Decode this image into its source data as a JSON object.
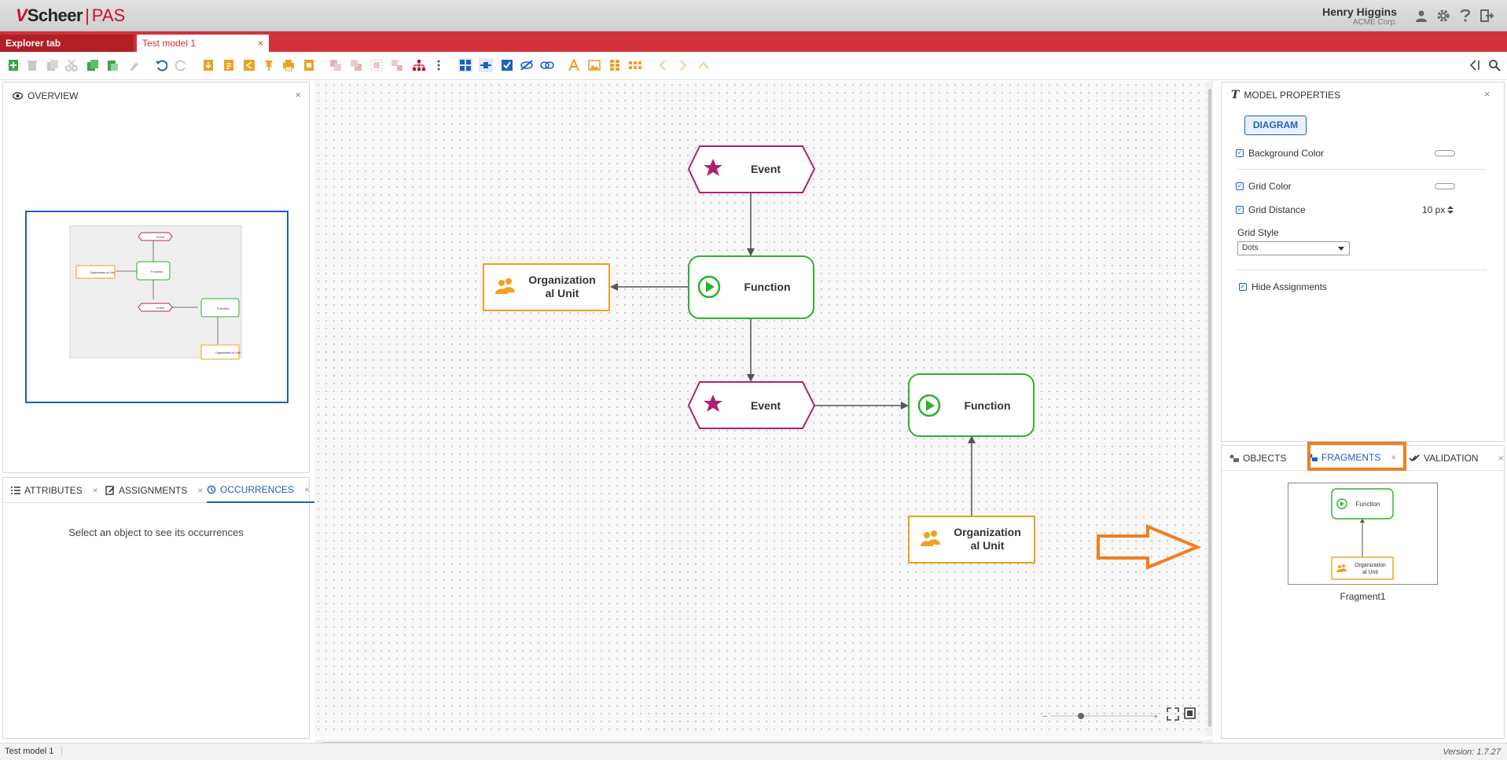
{
  "header": {
    "logo_mark": "V",
    "logo_brand": "Scheer",
    "logo_separator": "|",
    "logo_product": "PAS",
    "user_name": "Henry Higgins",
    "user_org": "ACME Corp.",
    "icons": [
      "user-icon",
      "gear-icon",
      "help-icon",
      "logout-icon"
    ]
  },
  "tabs": {
    "explorer": "Explorer tab",
    "model": "Test model 1",
    "close": "×"
  },
  "overview": {
    "title": "OVERVIEW",
    "close": "×",
    "mini_labels": {
      "event": "Event",
      "function": "Function",
      "org_unit": "Organization al Unit"
    }
  },
  "bottom_left": {
    "tabs": [
      {
        "label": "ATTRIBUTES",
        "close": "×"
      },
      {
        "label": "ASSIGNMENTS",
        "close": "×"
      },
      {
        "label": "OCCURRENCES",
        "close": "×"
      }
    ],
    "empty_text": "Select an object to see its occurrences"
  },
  "diagram": {
    "nodes": {
      "event_top": "Event",
      "function_top": "Function",
      "org_left_l1": "Organization",
      "org_left_l2": "al Unit",
      "event_mid": "Event",
      "function_right": "Function",
      "org_bottom_l1": "Organization",
      "org_bottom_l2": "al Unit"
    },
    "zoom_minus": "−",
    "zoom_plus": "+",
    "colors": {
      "event": "#b0206e",
      "function": "#2bb22b",
      "org_unit": "#f0a020",
      "arrow_callout": "#f07f20"
    }
  },
  "properties": {
    "title": "MODEL PROPERTIES",
    "close": "×",
    "diagram_button": "DIAGRAM",
    "background_color_label": "Background Color",
    "grid_color_label": "Grid Color",
    "grid_distance_label": "Grid Distance",
    "grid_distance_value": "10 px",
    "grid_style_label": "Grid Style",
    "grid_style_value": "Dots",
    "hide_assignments_label": "Hide Assignments",
    "check_glyph": "✓"
  },
  "bottom_right": {
    "tabs": [
      {
        "label": "OBJECTS",
        "close": "×"
      },
      {
        "label": "FRAGMENTS",
        "close": "×"
      },
      {
        "label": "VALIDATION",
        "close": "×"
      }
    ],
    "fragment": {
      "name": "Fragment1",
      "function_label": "Function",
      "org_l1": "Organization",
      "org_l2": "al Unit"
    },
    "highlight_color": "#f07f20"
  },
  "statusbar": {
    "model_name": "Test model 1",
    "version": "Version: 1.7.27"
  }
}
